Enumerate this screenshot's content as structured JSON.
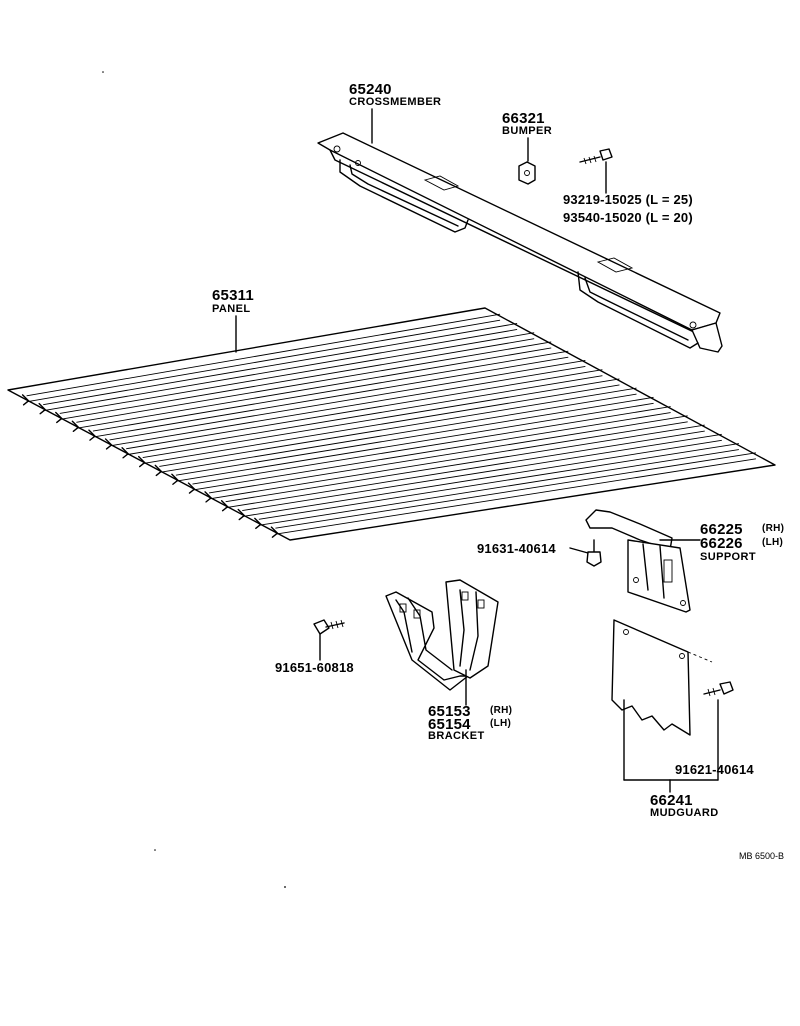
{
  "parts": {
    "crossmember": {
      "number": "65240",
      "name": "CROSSMEMBER"
    },
    "bumper": {
      "number": "66321",
      "name": "BUMPER"
    },
    "bolt_a": {
      "code": "93219-15025",
      "length": "(L = 25)"
    },
    "bolt_b": {
      "code": "93540-15020",
      "length": "(L = 20)"
    },
    "panel": {
      "number": "65311",
      "name": "PANEL"
    },
    "support_rh": {
      "number": "66225",
      "side": "(RH)"
    },
    "support_lh": {
      "number": "66226",
      "side": "(LH)"
    },
    "support": {
      "name": "SUPPORT"
    },
    "support_bolt": {
      "code": "91631-40614"
    },
    "bracket_bolt": {
      "code": "91651-60818"
    },
    "bracket_rh": {
      "number": "65153",
      "side": "(RH)"
    },
    "bracket_lh": {
      "number": "65154",
      "side": "(LH)"
    },
    "bracket": {
      "name": "BRACKET"
    },
    "mudguard_bolt": {
      "code": "91621-40614"
    },
    "mudguard": {
      "number": "66241",
      "name": "MUDGUARD"
    }
  },
  "drawing_id": "MB 6500-B"
}
